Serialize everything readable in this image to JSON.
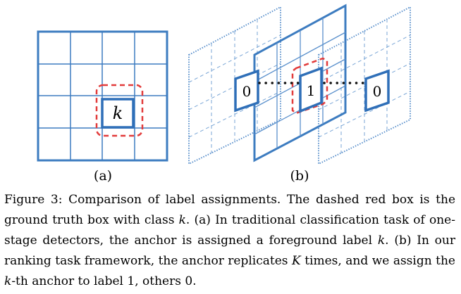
{
  "figure": {
    "panel_a": {
      "cell_label": "k",
      "sub_label": "(a)"
    },
    "panel_b": {
      "left_label": "0",
      "middle_label": "1",
      "right_label": "0",
      "sub_label": "(b)"
    }
  },
  "caption": {
    "lead": "Figure 3: Comparison of label assignments. The dashed red box is the ground truth box with class ",
    "k1": "k",
    "part2": ". (a) In traditional classification task of one-stage detectors, the anchor is assigned a foreground label ",
    "k2": "k",
    "part3": ". (b) In our ranking task framework, the anchor replicates ",
    "K": "K",
    "part4": " times, and we assign the ",
    "k3": "k",
    "part5": "-th anchor to label 1, others 0."
  },
  "colors": {
    "grid": "#3d7cc0",
    "highlight": "#2f6fb8",
    "ground_truth": "#e23b3b"
  }
}
